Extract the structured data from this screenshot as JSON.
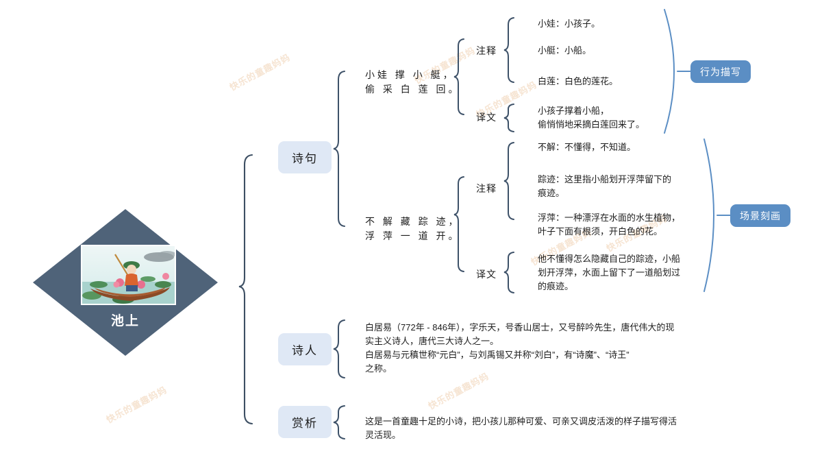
{
  "center": {
    "title": "池上",
    "thumb_alt": "boy-in-boat-lotus-illustration",
    "diamond_color": "#4f6379"
  },
  "watermark": "快乐的童趣妈妈",
  "branches": [
    {
      "label": "诗句",
      "couplets": [
        {
          "text": "小娃 撑 小 艇，\n偷 采 白 莲 回。",
          "notes_label": "注释",
          "notes": [
            "小娃：小孩子。",
            "小艇：小船。",
            "白莲：白色的莲花。"
          ],
          "translation_label": "译文",
          "translation": "小孩子撑着小船，\n偷悄悄地采摘白莲回来了。",
          "tag": "行为描写"
        },
        {
          "text": "不 解 藏 踪 迹，\n浮 萍 一 道 开。",
          "notes_label": "注释",
          "notes": [
            "不解：不懂得，不知道。",
            "踪迹：这里指小船划开浮萍留下的\n痕迹。",
            "浮萍：一种漂浮在水面的水生植物，\n叶子下面有根须，开白色的花。"
          ],
          "translation_label": "译文",
          "translation": "他不懂得怎么隐藏自己的踪迹，小船\n划开浮萍，水面上留下了一道船划过\n的痕迹。",
          "tag": "场景刻画"
        }
      ]
    },
    {
      "label": "诗人",
      "body": "白居易（772年 - 846年），字乐天，号香山居士，又号醉吟先生，唐代伟大的现\n实主义诗人，唐代三大诗人之一。\n白居易与元稹世称“元白”，与刘禹锡又并称“刘白”，有“诗魔”、“诗王”\n之称。"
    },
    {
      "label": "赏析",
      "body": "这是一首童趣十足的小诗，把小孩儿那种可爱、可亲又调皮活泼的样子描写得活\n灵活现。"
    }
  ]
}
